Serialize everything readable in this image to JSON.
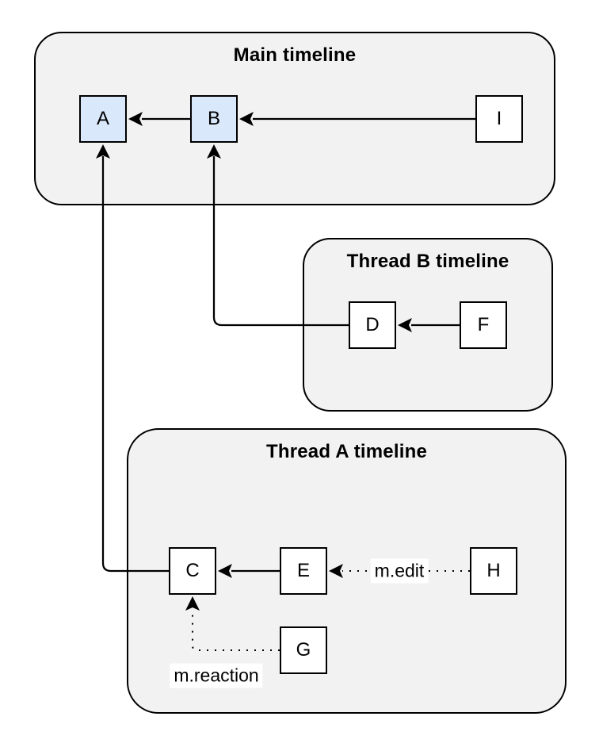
{
  "panels": {
    "main": {
      "title": "Main timeline"
    },
    "thread_b": {
      "title": "Thread B timeline"
    },
    "thread_a": {
      "title": "Thread A timeline"
    }
  },
  "nodes": {
    "A": {
      "label": "A",
      "timeline": "main",
      "highlighted": true
    },
    "B": {
      "label": "B",
      "timeline": "main",
      "highlighted": true
    },
    "I": {
      "label": "I",
      "timeline": "main",
      "highlighted": false
    },
    "D": {
      "label": "D",
      "timeline": "thread_b",
      "highlighted": false
    },
    "F": {
      "label": "F",
      "timeline": "thread_b",
      "highlighted": false
    },
    "C": {
      "label": "C",
      "timeline": "thread_a",
      "highlighted": false
    },
    "E": {
      "label": "E",
      "timeline": "thread_a",
      "highlighted": false
    },
    "H": {
      "label": "H",
      "timeline": "thread_a",
      "highlighted": false
    },
    "G": {
      "label": "G",
      "timeline": "thread_a",
      "highlighted": false
    }
  },
  "edges": {
    "b_to_a": {
      "from": "B",
      "to": "A",
      "style": "solid"
    },
    "i_to_b": {
      "from": "I",
      "to": "B",
      "style": "solid"
    },
    "f_to_d": {
      "from": "F",
      "to": "D",
      "style": "solid"
    },
    "d_to_b": {
      "from": "D",
      "to": "B",
      "style": "solid"
    },
    "c_to_a": {
      "from": "C",
      "to": "A",
      "style": "solid"
    },
    "h_to_e": {
      "from": "H",
      "to": "E",
      "style": "dotted",
      "label": "m.edit"
    },
    "g_to_c": {
      "from": "G",
      "to": "C",
      "style": "dotted",
      "label": "m.reaction"
    }
  },
  "colors": {
    "canvas_bg": "#ffffff",
    "panel_fill": "#f2f2f2",
    "panel_stroke": "#000000",
    "node_fill_highlight": "#dae8fc",
    "node_fill_default": "#ffffff",
    "node_stroke": "#000000",
    "edge_color": "#000000",
    "edge_label_bg": "#ffffff"
  }
}
